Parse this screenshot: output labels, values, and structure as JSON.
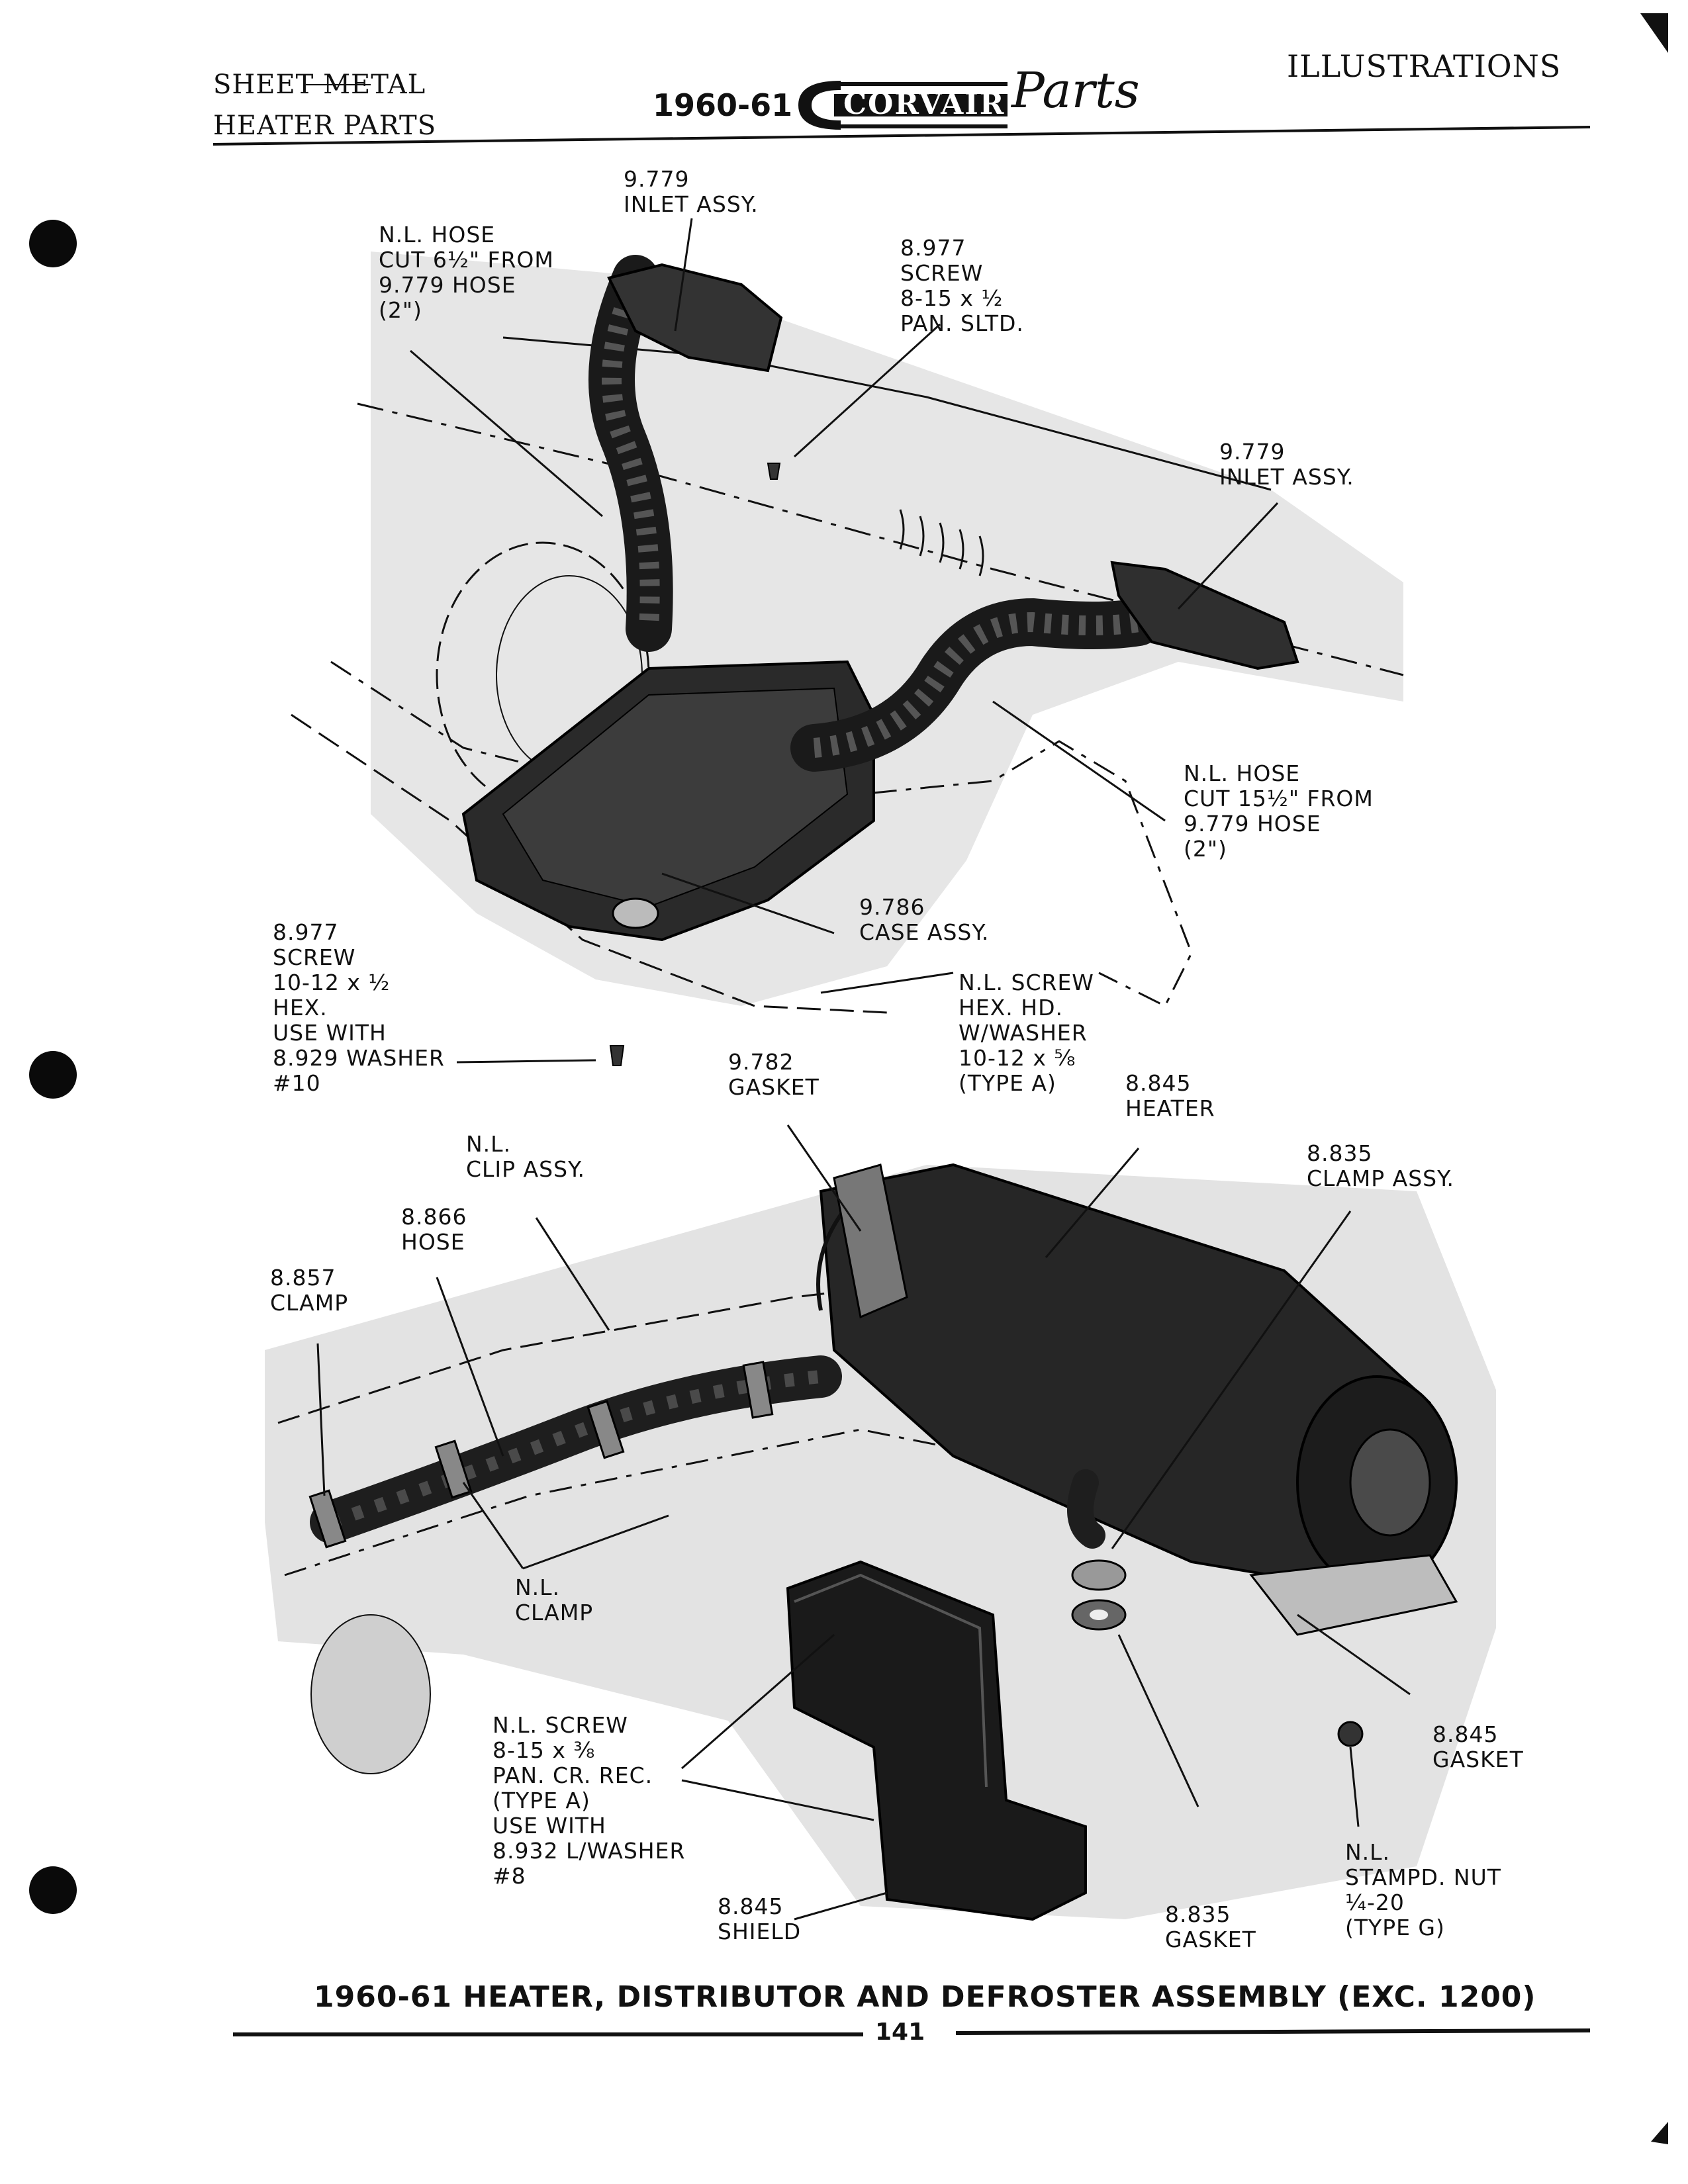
{
  "header": {
    "left_line1": "SHEET METAL",
    "left_line2": "HEATER PARTS",
    "year": "1960-61",
    "brand": "CORVAIR",
    "brand_script": "Parts",
    "right": "ILLUSTRATIONS"
  },
  "callouts": [
    {
      "id": "inlet-assy-top",
      "text": "9.779\nINLET ASSY."
    },
    {
      "id": "hose-6-5",
      "text": "N.L. HOSE\nCUT 6½\" FROM\n9.779 HOSE\n(2\")"
    },
    {
      "id": "screw-8-15-pan",
      "text": "8.977\nSCREW\n8-15 x ½\nPAN. SLTD."
    },
    {
      "id": "inlet-assy-right",
      "text": "9.779\nINLET ASSY."
    },
    {
      "id": "hose-15-5",
      "text": "N.L. HOSE\nCUT 15½\" FROM\n9.779 HOSE\n(2\")"
    },
    {
      "id": "case-assy",
      "text": "9.786\nCASE ASSY."
    },
    {
      "id": "screw-10-12-hex",
      "text": "8.977\nSCREW\n10-12 x ½\nHEX.\nUSE WITH\n8.929 WASHER\n#10"
    },
    {
      "id": "screw-hex-hd",
      "text": "N.L. SCREW\nHEX. HD.\nW/WASHER\n10-12 x ⅝\n(TYPE A)"
    },
    {
      "id": "gasket-9-782",
      "text": "9.782\nGASKET"
    },
    {
      "id": "heater",
      "text": "8.845\nHEATER"
    },
    {
      "id": "clamp-assy",
      "text": "8.835\nCLAMP ASSY."
    },
    {
      "id": "clip-assy",
      "text": "N.L.\nCLIP ASSY."
    },
    {
      "id": "hose-8-866",
      "text": "8.866\nHOSE"
    },
    {
      "id": "clamp-8-857",
      "text": "8.857\nCLAMP"
    },
    {
      "id": "nl-clamp",
      "text": "N.L.\nCLAMP"
    },
    {
      "id": "screw-pan-cr",
      "text": "N.L. SCREW\n8-15 x ⅜\nPAN. CR. REC.\n(TYPE A)\nUSE WITH\n8.932 L/WASHER\n#8"
    },
    {
      "id": "shield",
      "text": "8.845\nSHIELD"
    },
    {
      "id": "gasket-8-835",
      "text": "8.835\nGASKET"
    },
    {
      "id": "gasket-8-845",
      "text": "8.845\nGASKET"
    },
    {
      "id": "stampd-nut",
      "text": "N.L.\nSTAMPD. NUT\n¼-20\n(TYPE G)"
    }
  ],
  "caption": "1960-61 HEATER, DISTRIBUTOR AND DEFROSTER ASSEMBLY   (EXC. 1200)",
  "page_number": "141"
}
